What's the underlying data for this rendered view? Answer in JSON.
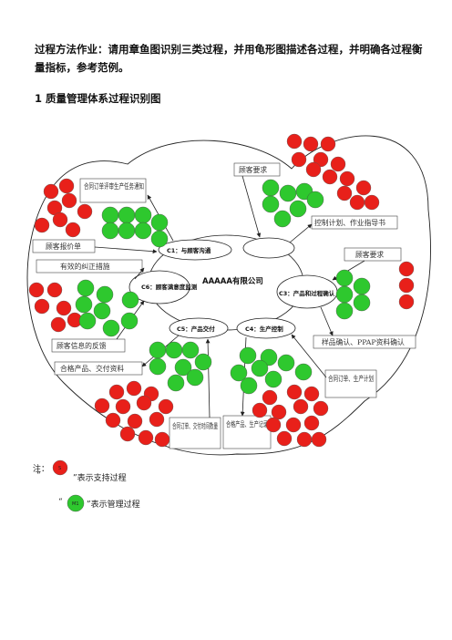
{
  "instruction": "过程方法作业：请用章鱼图识别三类过程，并用龟形图描述各过程，并明确各过程衡量指标，参考范例。",
  "section_title": "1  质量管理体系过程识别图",
  "company": "AAAAA有限公司",
  "core_processes": {
    "c1": "C1：与顾客沟通",
    "c6": "C6：顾客满意度监测",
    "c5": "C5：产品交付",
    "c4": "C4：生产控制",
    "c3": "C3：产品和过程确认"
  },
  "io_boxes": {
    "contract_review": "合同订单评审生产任务通知",
    "customer_quote": "顾客报价单",
    "corrective": "有效的纠正措施",
    "customer_feedback": "顾客信息的反馈",
    "qualified_delivery": "合格产品、交付资料",
    "order_time": "合同订单、交付时间数量",
    "qualified_record": "合格产品、生产记录",
    "order_plan": "合同订单、生产计划",
    "sample_ppap": "样品确认、PPAP资料确认",
    "req_right": "顾客要求",
    "req_top": "顾客要求",
    "control_plan": "控制计划、作业指导书"
  },
  "legend": {
    "note_prefix": "注：",
    "support_open": "“",
    "support_circle": "S",
    "support_text": "”表示支持过程",
    "mgmt_open": "“",
    "mgmt_circle": "M1",
    "mgmt_text": "”表示管理过程"
  },
  "colors": {
    "support": "#e8201a",
    "management": "#2ec82e",
    "line": "#222222"
  }
}
